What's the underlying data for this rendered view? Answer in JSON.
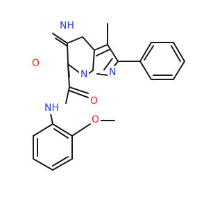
{
  "colors": {
    "carbon": "#1a1a1a",
    "nitrogen": "#2b3fd8",
    "oxygen": "#e0201a"
  },
  "atoms": {
    "nh_ring": "NH",
    "o_carbonyl_ring": "O",
    "n_ring_1": "N",
    "n_ring_2": "N",
    "n_amide": "NH",
    "o_amide": "O",
    "o_methoxy": "O"
  }
}
